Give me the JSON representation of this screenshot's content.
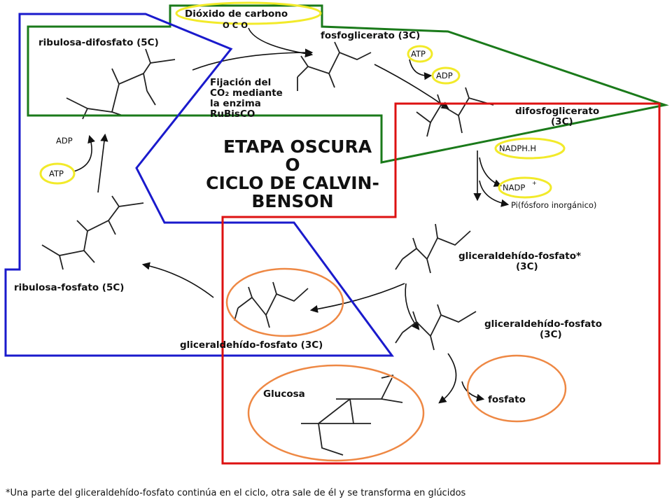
{
  "title": {
    "line1": "ETAPA OSCURA",
    "line2": "O",
    "line3": "CICLO DE CALVIN-",
    "line4": "BENSON"
  },
  "inputs": {
    "co2": "Dióxido de carbono",
    "co2_formula": "O   C   O"
  },
  "compounds": {
    "rdp": "ribulosa-difosfato (5C)",
    "pga": "fosfoglicerato (3C)",
    "dpga_1": "difosfoglicerato",
    "dpga_2": "(3C)",
    "gap_star_1": "gliceraldehído-fosfato*",
    "gap_star_2": "(3C)",
    "gap_1": "gliceraldehído-fosfato",
    "gap_2": "(3C)",
    "gap_cycle": "gliceraldehído-fosfato (3C)",
    "rp": "ribulosa-fosfato (5C)",
    "glucose": "Glucosa",
    "phosphate": "fosfato"
  },
  "cofactors": {
    "atp_top": "ATP",
    "adp_top": "ADP",
    "nadph": "NADPH.H",
    "nadp": "NADP",
    "nadp_sup": "+",
    "pi": "Pi(fósforo inorgánico)",
    "atp_left": "ATP",
    "adp_left": "ADP"
  },
  "fixation": {
    "line1": "Fijación del",
    "line2": "CO₂ mediante",
    "line3": "la enzima",
    "line4": "RuBisCO"
  },
  "footnote": "*Una parte del gliceraldehído-fosfato continúa en el ciclo, otra sale de él y se transforma en glúcidos",
  "colors": {
    "green_region": "#1a7a1a",
    "blue_region": "#1a1acc",
    "red_region": "#dd1111",
    "yellow_highlight": "#f2ea2a",
    "orange_highlight": "#ee8844"
  }
}
